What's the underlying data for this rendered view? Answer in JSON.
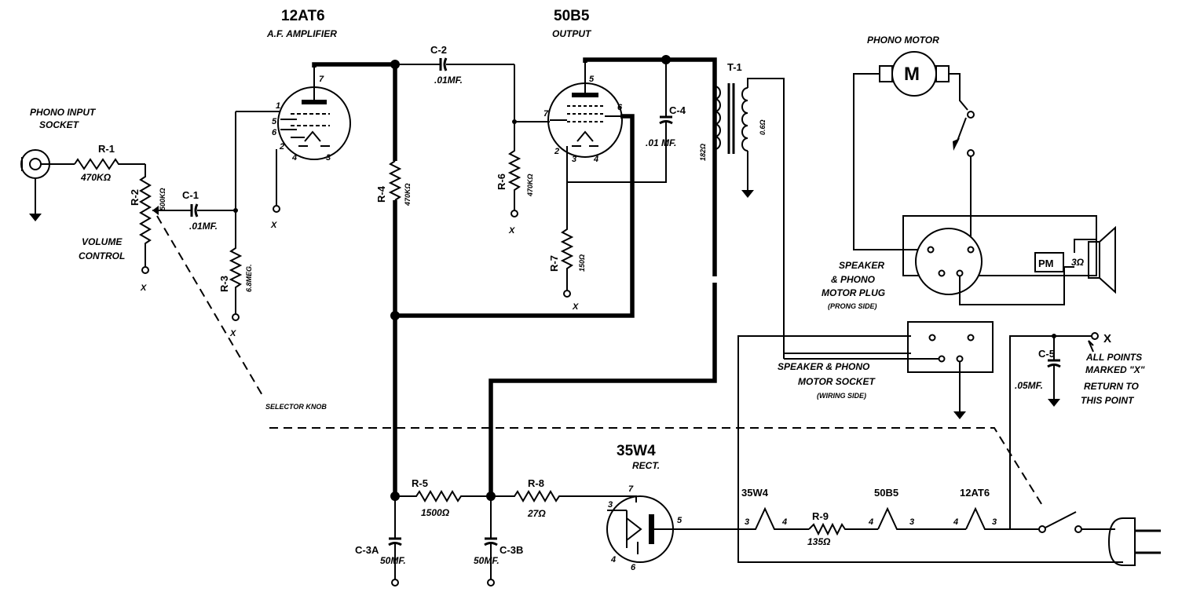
{
  "tubes": {
    "v1": {
      "name": "12AT6",
      "function": "A.F. AMPLIFIER"
    },
    "v2": {
      "name": "50B5",
      "function": "OUTPUT"
    },
    "v3": {
      "name": "35W4",
      "function": "RECT."
    }
  },
  "blocks": {
    "phono_input": [
      "PHONO INPUT",
      "SOCKET"
    ],
    "volume": [
      "VOLUME",
      "CONTROL"
    ],
    "selector": "SELECTOR KNOB",
    "phono_motor": "PHONO MOTOR",
    "motor_symbol": "M",
    "plug": [
      "SPEAKER",
      "& PHONO",
      "MOTOR PLUG",
      "(PRONG SIDE)"
    ],
    "socket": [
      "SPEAKER & PHONO",
      "MOTOR SOCKET",
      "(WIRING SIDE)"
    ],
    "return_note": [
      "ALL POINTS",
      "MARKED \"X\"",
      "RETURN TO",
      "THIS POINT"
    ],
    "speaker": {
      "label": "PM",
      "imp": "3Ω"
    },
    "ground_point": "X"
  },
  "components": {
    "R1": {
      "ref": "R-1",
      "val": "470KΩ"
    },
    "R2": {
      "ref": "R-2",
      "val": "500KΩ"
    },
    "R3": {
      "ref": "R-3",
      "val": "6.8MEG."
    },
    "R4": {
      "ref": "R-4",
      "val": "470KΩ"
    },
    "R5": {
      "ref": "R-5",
      "val": "1500Ω"
    },
    "R6": {
      "ref": "R-6",
      "val": "470KΩ"
    },
    "R7": {
      "ref": "R-7",
      "val": "150Ω"
    },
    "R8": {
      "ref": "R-8",
      "val": "27Ω"
    },
    "R9": {
      "ref": "R-9",
      "val": "135Ω"
    },
    "C1": {
      "ref": "C-1",
      "val": ".01MF."
    },
    "C2": {
      "ref": "C-2",
      "val": ".01MF."
    },
    "C3A": {
      "ref": "C-3A",
      "val": "50MF."
    },
    "C3B": {
      "ref": "C-3B",
      "val": "50MF."
    },
    "C4": {
      "ref": "C-4",
      "val": ".01 MF."
    },
    "C5": {
      "ref": "C-5",
      "val": ".05MF."
    },
    "T1": {
      "ref": "T-1",
      "pri": "182Ω",
      "sec": "0.6Ω"
    }
  },
  "heaters": [
    "35W4",
    "50B5",
    "12AT6"
  ],
  "x_mark": "X",
  "pins": {
    "v1": [
      "1",
      "5",
      "6",
      "7",
      "2",
      "4",
      "3"
    ],
    "v2": [
      "5",
      "7",
      "6",
      "2",
      "3",
      "4"
    ],
    "v3": [
      "7",
      "3",
      "5",
      "4",
      "6"
    ],
    "heater": [
      "3",
      "4",
      "4",
      "3",
      "4",
      "3"
    ]
  }
}
